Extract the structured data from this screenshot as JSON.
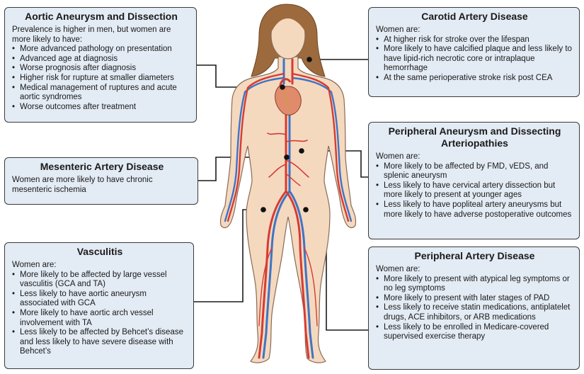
{
  "colors": {
    "box_fill": "#e3ebf4",
    "skin": "#f4d9bf",
    "artery": "#d63b34",
    "vein": "#3f74c4",
    "hair": "#9c6a3d"
  },
  "boxes": {
    "aortic": {
      "title": "Aortic Aneurysm and Dissection",
      "intro": "Prevalence is higher in men, but women are more likely to have:",
      "items": [
        "More advanced pathology on presentation",
        "Advanced age at diagnosis",
        "Worse prognosis after diagnosis",
        "Higher risk for rupture at smaller diameters",
        "Medical management of ruptures and acute aortic syndromes",
        "Worse outcomes after treatment"
      ]
    },
    "mesenteric": {
      "title": "Mesenteric Artery Disease",
      "intro": "Women are more likely to have chronic mesenteric ischemia"
    },
    "vasculitis": {
      "title": "Vasculitis",
      "intro": "Women  are:",
      "items": [
        "More likely to be affected by large vessel vasculitis (GCA and TA)",
        "Less likely to have aortic aneurysm associated with GCA",
        "More likely to have aortic arch vessel involvement with TA",
        "Less likely to be affected by Behcet’s disease and less likely to have severe disease with Behcet’s"
      ]
    },
    "carotid": {
      "title": "Carotid Artery Disease",
      "intro": "Women are:",
      "items": [
        "At higher risk for stroke over the lifespan",
        "More likely to have calcified plaque and less likely to have lipid-rich necrotic core or intraplaque hemorrhage",
        "At the same perioperative stroke risk post CEA"
      ]
    },
    "peripheral_aneurysm": {
      "title": "Peripheral Aneurysm and Dissecting Arteriopathies",
      "intro": "Women are:",
      "items": [
        "More likely to be affected by FMD, vEDS, and splenic aneurysm",
        "Less likely to have cervical artery dissection but more likely to present at younger ages",
        "Less likely to have popliteal artery aneurysms but more likely to have adverse postoperative outcomes"
      ]
    },
    "pad": {
      "title": "Peripheral Artery Disease",
      "intro": "Women are:",
      "items": [
        "More likely to present with atypical leg symptoms or no leg symptoms",
        "More likely to present with later stages of PAD",
        "Less likely to receive statin medications, antiplatelet drugs, ACE inhibitors, or ARB medications",
        "Less likely to be enrolled in Medicare-covered supervised exercise therapy"
      ]
    }
  }
}
